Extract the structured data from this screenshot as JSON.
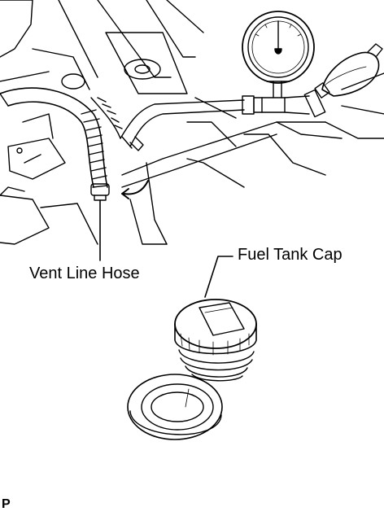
{
  "labels": {
    "vent_line_hose": "Vent Line Hose",
    "fuel_tank_cap": "Fuel Tank Cap",
    "corner_mark": "P"
  },
  "colors": {
    "ink": "#000000",
    "paper": "#ffffff"
  },
  "icons": {
    "gauge": "pressure-gauge-icon",
    "bulb": "hand-pump-bulb-icon",
    "arrow": "curved-arrow-icon"
  }
}
